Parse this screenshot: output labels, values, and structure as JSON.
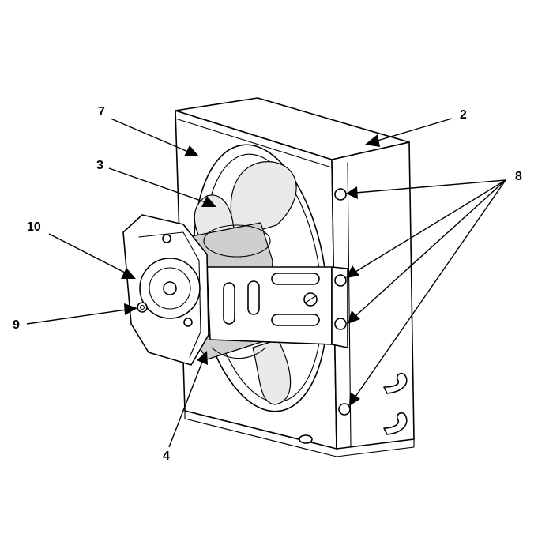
{
  "callouts": {
    "c2": "2",
    "c3": "3",
    "c4": "4",
    "c7": "7",
    "c8": "8",
    "c9": "9",
    "c10": "10"
  }
}
